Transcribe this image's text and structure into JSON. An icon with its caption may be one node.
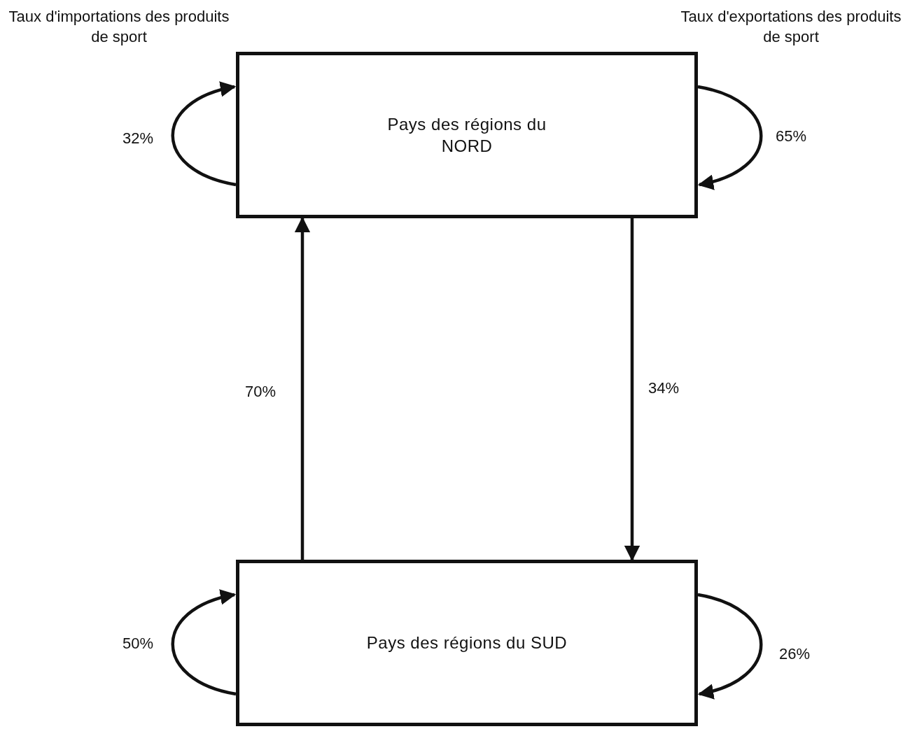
{
  "diagram": {
    "nodes": [
      {
        "text": [
          "Pays des régions du NORD"
        ]
      },
      {
        "text": [
          "Pays des régions du SUD"
        ]
      }
    ],
    "edges": [
      {
        "from": 0,
        "to": 0,
        "arrow": "to",
        "label": "32%"
      },
      {
        "from": 0,
        "to": 0,
        "arrow": "to",
        "label": "65%"
      },
      {
        "from": 1,
        "to": 0,
        "arrow": "to",
        "label": "70%"
      },
      {
        "from": 0,
        "to": 1,
        "arrow": "to",
        "label": "34%"
      },
      {
        "from": 1,
        "to": 1,
        "arrow": "to",
        "label": "50%"
      },
      {
        "from": 1,
        "to": 1,
        "arrow": "to",
        "label": "26%"
      }
    ],
    "labels": [
      "Taux d'importations des produits de sport",
      "Taux d'exportations des produits de sport"
    ]
  }
}
